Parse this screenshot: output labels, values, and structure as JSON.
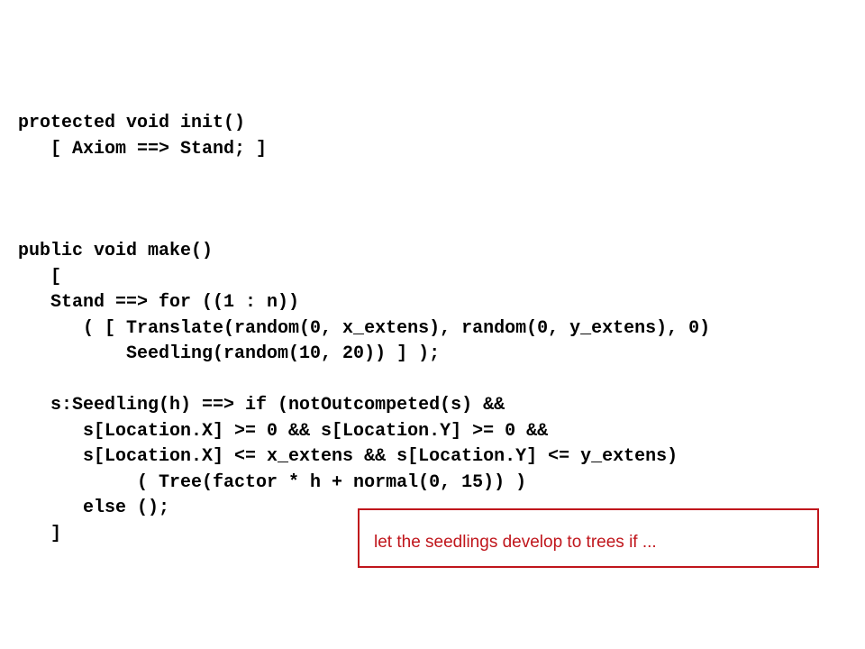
{
  "code": {
    "lines": [
      "protected void init()",
      "   [ Axiom ==> Stand; ]",
      "",
      "",
      "",
      "public void make()",
      "   [",
      "   Stand ==> for ((1 : n))",
      "      ( [ Translate(random(0, x_extens), random(0, y_extens), 0)",
      "          Seedling(random(10, 20)) ] );",
      "",
      "   s:Seedling(h) ==> if (notOutcompeted(s) &&",
      "      s[Location.X] >= 0 && s[Location.Y] >= 0 &&",
      "      s[Location.X] <= x_extens && s[Location.Y] <= y_extens)",
      "           ( Tree(factor * h + normal(0, 15)) )",
      "      else ();",
      "   ]"
    ]
  },
  "callout": {
    "text": "let the seedlings develop to trees if ...",
    "color": "#c0161c"
  }
}
